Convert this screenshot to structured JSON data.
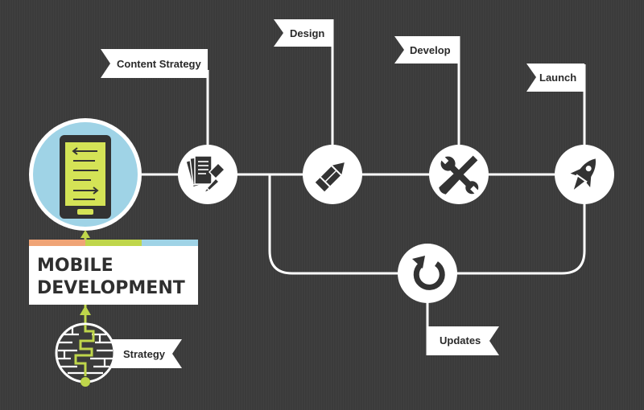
{
  "title": {
    "line1": "MOBILE",
    "line2": "DEVELOPMENT"
  },
  "colors": {
    "background": "#3b3b3b",
    "line": "#ffffff",
    "icon": "#333333",
    "tablet_screen_bg": "#9fd3e6",
    "tablet_screen": "#d4e356",
    "accent_orange": "#f0a476",
    "accent_green": "#bfd64b",
    "accent_blue": "#9fd3e6"
  },
  "stages": [
    {
      "id": "content-strategy",
      "label": "Content Strategy",
      "icon": "documents-icon"
    },
    {
      "id": "design",
      "label": "Design",
      "icon": "pencil-icon"
    },
    {
      "id": "develop",
      "label": "Develop",
      "icon": "tools-icon"
    },
    {
      "id": "launch",
      "label": "Launch",
      "icon": "rocket-icon"
    }
  ],
  "updates": {
    "label": "Updates",
    "icon": "refresh-icon"
  },
  "strategy": {
    "label": "Strategy",
    "icon": "maze-icon"
  },
  "device": {
    "icon": "tablet-icon"
  }
}
